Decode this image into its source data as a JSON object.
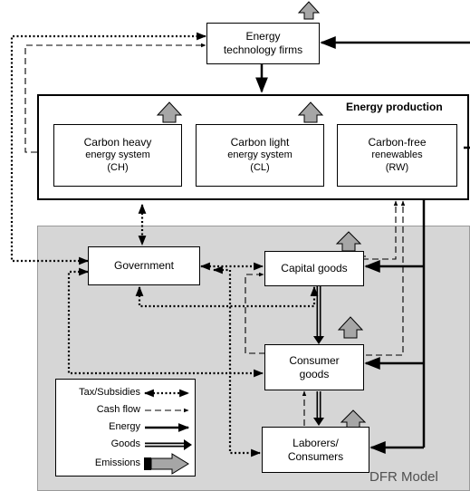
{
  "diagram": {
    "nodes": {
      "energy_tech": {
        "line1": "Energy",
        "line2": "technology firms"
      },
      "energy_production": {
        "title": "Energy production"
      },
      "ch": {
        "line1": "Carbon heavy",
        "line2": "energy system",
        "line3": "(CH)"
      },
      "cl": {
        "line1": "Carbon light",
        "line2": "energy system",
        "line3": "(CL)"
      },
      "rw": {
        "line1": "Carbon-free",
        "line2": "renewables",
        "line3": "(RW)"
      },
      "government": {
        "label": "Government"
      },
      "capital_goods": {
        "label": "Capital goods"
      },
      "consumer_goods": {
        "line1": "Consumer",
        "line2": "goods"
      },
      "laborers": {
        "line1": "Laborers/",
        "line2": "Consumers"
      }
    },
    "region_label": "DFR Model",
    "legend": [
      {
        "label": "Tax/Subsidies",
        "style": "dotted-double-arrow"
      },
      {
        "label": "Cash flow",
        "style": "dashed-arrow"
      },
      {
        "label": "Energy",
        "style": "solid-thick-arrow"
      },
      {
        "label": "Goods",
        "style": "double-line-arrow"
      },
      {
        "label": "Emissions",
        "style": "gray-block-arrow"
      }
    ],
    "colors": {
      "region": "#d6d6d6",
      "emission_arrow": "#a6a6a6",
      "lines": "#000000"
    }
  }
}
